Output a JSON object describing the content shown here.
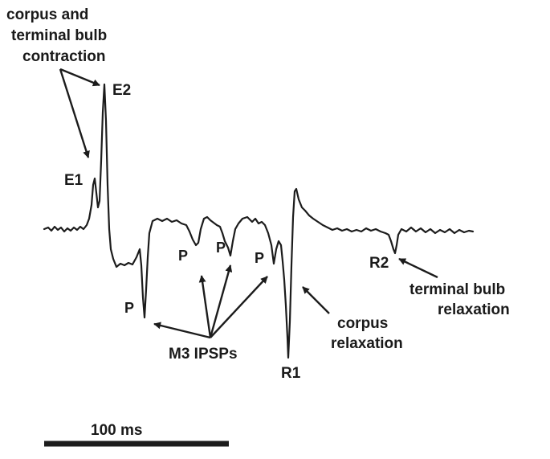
{
  "labels": {
    "contraction_line1": "corpus and",
    "contraction_line2": "terminal bulb",
    "contraction_line3": "contraction",
    "e1": "E1",
    "e2": "E2",
    "p": "P",
    "m3_ipsps": "M3 IPSPs",
    "r1": "R1",
    "r2": "R2",
    "corpus_relax_line1": "corpus",
    "corpus_relax_line2": "relaxation",
    "bulb_relax_line1": "terminal bulb",
    "bulb_relax_line2": "relaxation",
    "scale_bar": "100 ms"
  },
  "colors": {
    "ink": "#1c1c1c",
    "background": "#ffffff"
  }
}
